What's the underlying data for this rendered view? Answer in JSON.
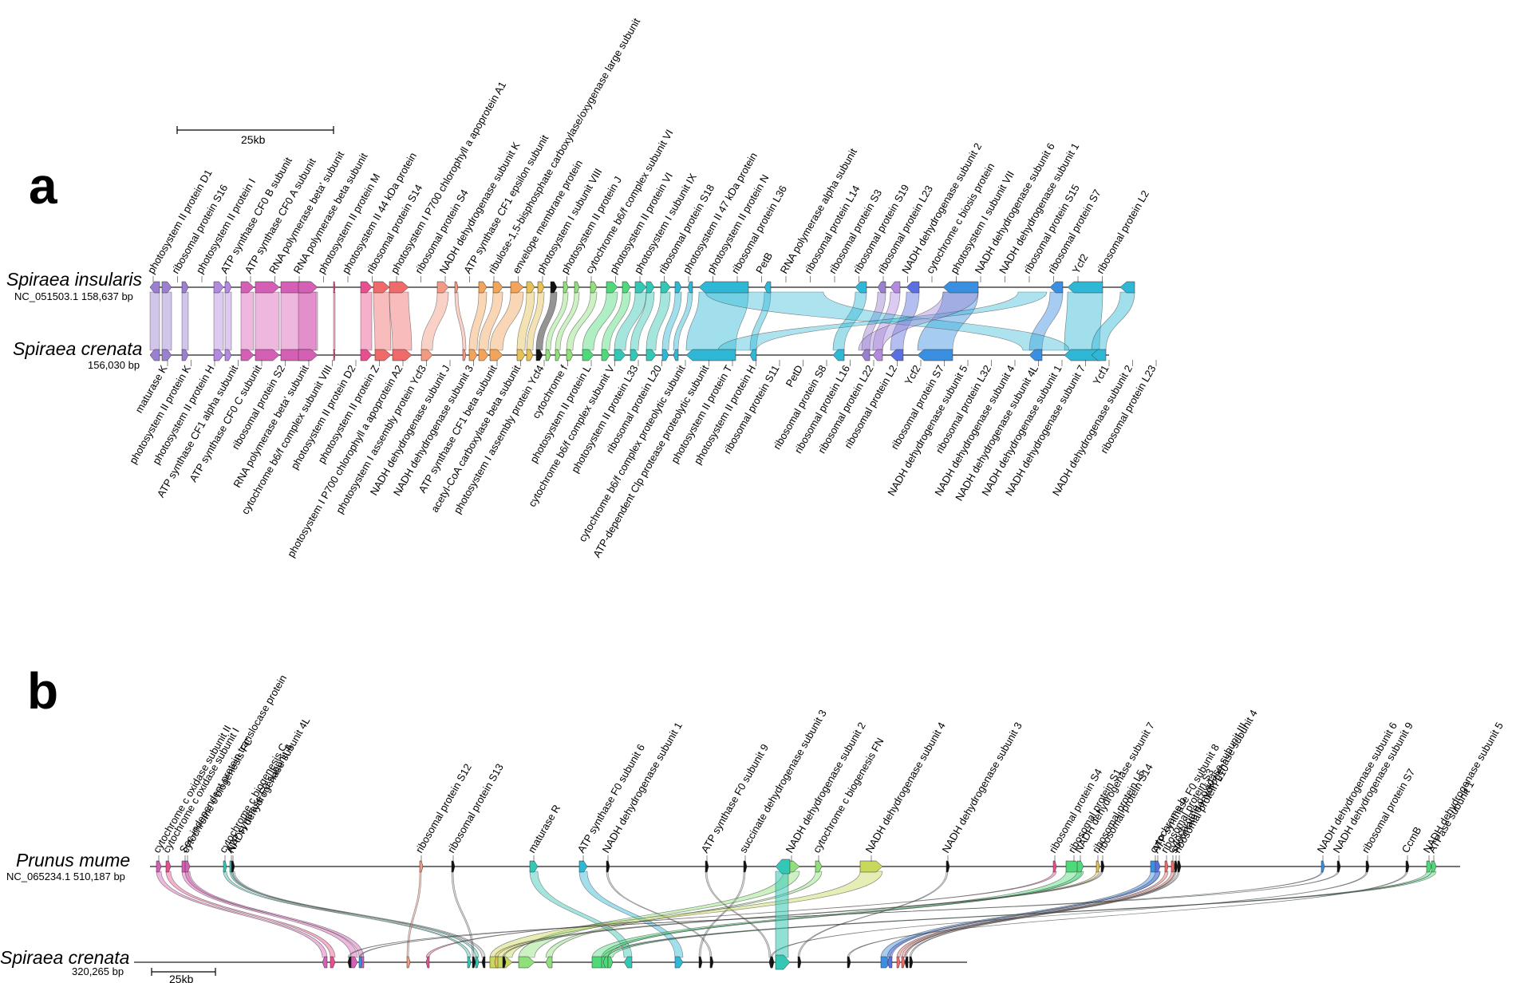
{
  "panel_a": {
    "letter": "a",
    "scale_label": "25kb",
    "top_genome": {
      "name": "Spiraea insularis",
      "info": "NC_051503.1 158,637 bp"
    },
    "bottom_genome": {
      "name": "Spiraea crenata",
      "info": "156,030 bp"
    },
    "top_labels": [
      "photosystem II protein D1",
      "ribosomal protein S16",
      "photosystem II protein I",
      "ATP synthase CF0 B subunit",
      "ATP synthase CF0 A subunit",
      "RNA polymerase beta' subunit",
      "RNA polymerase beta subunit",
      "photosystem II protein M",
      "photosystem II 44 kDa protein",
      "ribosomal protein S14",
      "photosystem I P700 chlorophyll a apoprotein A1",
      "ribosomal protein S4",
      "NADH dehydrogenase subunit K",
      "ATP synthase CF1 epsilon subunit",
      "ribulose-1,5-bisphosphate carboxylase/oxygenase large subunit",
      "envelope membrane protein",
      "photosystem I subunit VIII",
      "photosystem II protein J",
      "cytochrome b6/f complex subunit VI",
      "photosystem II protein VI",
      "photosystem I subunit IX",
      "ribosomal protein S18",
      "photosystem II 47 kDa protein",
      "photosystem II protein N",
      "ribosomal protein L36",
      "PetB",
      "RNA polymerase alpha subunit",
      "ribosomal protein L14",
      "ribosomal protein S3",
      "ribosomal protein S19",
      "ribosomal protein L23",
      "NADH dehydrogenase subunit 2",
      "cytochrome c biosis protein",
      "photosystem I subunit VII",
      "NADH dehydrogenase subunit 6",
      "NADH dehydrogenase subunit 1",
      "ribosomal protein S15",
      "ribosomal protein S7",
      "Ycf2",
      "ribosomal protein L2"
    ],
    "bottom_labels": [
      "maturase K",
      "photosystem II protein K",
      "photosystem II protein H",
      "ATP synthase CF1 alpha subunit",
      "ATP synthase CF0 C subunit",
      "ribosomal protein S2",
      "RNA polymerase beta' subunit",
      "cytochrome b6/f complex subunit VIII",
      "photosystem II protein D2",
      "photosystem II protein Z",
      "photosystem I P700 chlorophyll a apoprotein A2",
      "photosystem I assembly protein Ycf3",
      "NADH dehydrogenase subunit J",
      "NADH dehydrogenase subunit 3",
      "ATP synthase CF1 beta subunit",
      "acetyl-CoA carboxylase beta subunit",
      "photosystem I assembly protein Ycf4",
      "cytochrome f",
      "photosystem II protein L",
      "cytochrome b6/f complex subunit V",
      "photosystem II protein L33",
      "ribosomal protein L20",
      "cytochrome b6/f complex proteolytic subunit",
      "ATP-dependent Clp protease proteolytic subunit",
      "photosystem II protein T",
      "photosystem II protein H",
      "ribosomal protein S11",
      "PetD",
      "ribosomal protein S8",
      "ribosomal protein L16",
      "ribosomal protein L22",
      "ribosomal protein L2",
      "Ycf2",
      "ribosomal protein S7",
      "NADH dehydrogenase subunit 5",
      "ribosomal protein L32",
      "NADH dehydrogenase subunit 4",
      "NADH dehydrogenase subunit 4L",
      "NADH dehydrogenase subunit 1",
      "NADH dehydrogenase subunit 7",
      "Ycf1",
      "NADH dehydrogenase subunit 2",
      "ribosomal protein L23"
    ]
  },
  "panel_b": {
    "letter": "b",
    "scale_label": "25kb",
    "top_genome": {
      "name": "Prunus mume",
      "info": "NC_065234.1 510,187 bp"
    },
    "bottom_genome": {
      "name": "Spiraea crenata",
      "info": "320,265 bp"
    },
    "labels": [
      "cytochrome c oxidase subunit II",
      "cytochrome c oxidase subunit I",
      "Sec-independent protein translocase protein",
      "cytochrome c biogenesis FC",
      "cytochrome c biogenesis C",
      "ATP synthase F0 subunit 4",
      "NADH dehydrogenase subunit 4L",
      "ribosomal protein S12",
      "ribosomal protein S13",
      "maturase R",
      "ATP synthase F0 subunit 6",
      "NADH dehydrogenase subunit 1",
      "ATP synthase F0 subunit 9",
      "succinate dehydrogenase subunit 3",
      "NADH dehydrogenase subunit 2",
      "cytochrome c biogenesis FN",
      "NADH dehydrogenase subunit 4",
      "NADH dehydrogenase subunit 3",
      "ribosomal protein S4",
      "ribosomal protein S1",
      "NADH dehydrogenase subunit 7",
      "ribosomal protein L5",
      "ribosomal protein S14",
      "cytochrome b",
      "ATP synthase F0 subunit 8",
      "ribosomal protein S3",
      "cytochrome c oxidase subunit III",
      "succinate dehydrogenase subunit 4",
      "ribosomal protein L10",
      "NADH dehydrogenase subunit 6",
      "NADH dehydrogenase subunit 9",
      "ribosomal protein S7",
      "CcmB",
      "NADH dehydrogenase subunit 5",
      "ATPase subunit 1"
    ]
  },
  "colors": {
    "purple": "#9b7fd1",
    "violet": "#b48ae0",
    "magenta": "#d65fb6",
    "pink": "#e84f8f",
    "red": "#f06a6a",
    "salmon": "#f39a82",
    "orange": "#f2a55a",
    "gold": "#e7c155",
    "yellowgreen": "#c8d85a",
    "lightgreen": "#8fe07a",
    "green": "#4fd97a",
    "teal": "#35c7b5",
    "cyan": "#2fb8d6",
    "blue": "#3b8fe0",
    "indigo": "#5a6fe0",
    "black": "#111111"
  }
}
